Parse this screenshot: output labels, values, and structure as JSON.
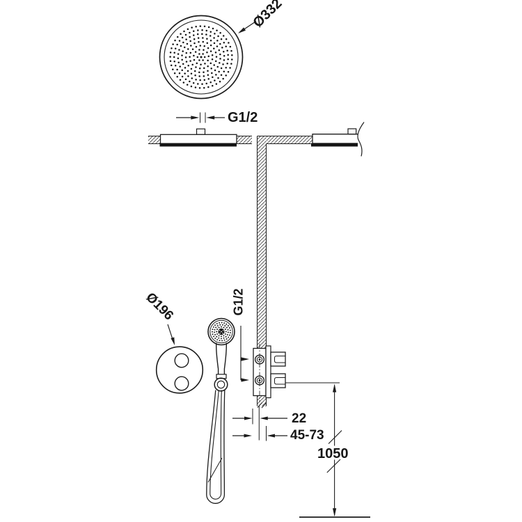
{
  "diagram": {
    "colors": {
      "line": "#1c1c1c",
      "background": "#ffffff"
    },
    "labels": {
      "overhead_diameter": "Ø332",
      "overhead_connection": "G1/2",
      "handshower_plate_diameter": "Ø196",
      "valve_connection": "G1/2",
      "dim_wall_offset": "22",
      "dim_embed_range": "45-73",
      "dim_height_to_floor": "1050"
    }
  }
}
